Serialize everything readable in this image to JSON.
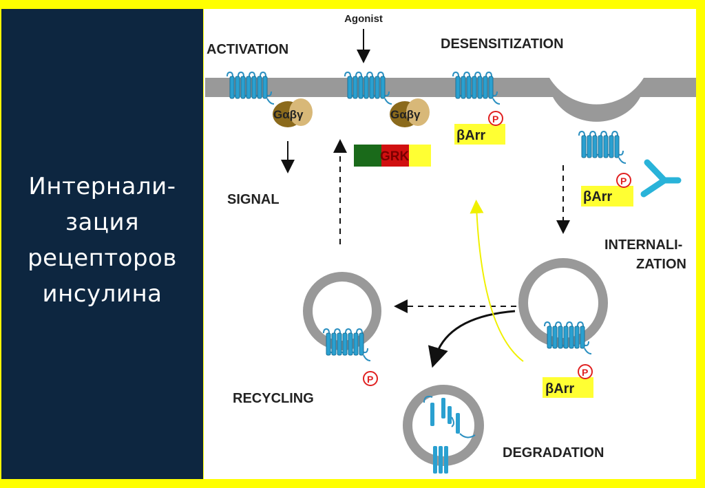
{
  "slide": {
    "title_lines": [
      "Интернали-",
      "зация",
      "рецепторов",
      "инсулина"
    ]
  },
  "diagram": {
    "labels": {
      "agonist": "Agonist",
      "activation": "ACTIVATION",
      "desensitization": "DESENSITIZATION",
      "signal": "SIGNAL",
      "internalization_1": "INTERNALI-",
      "internalization_2": "ZATION",
      "recycling": "RECYCLING",
      "degradation": "DEGRADATION"
    },
    "g_protein_label": "Gαβγ",
    "grk_label": "GRK",
    "barr_label": "βArr",
    "phospho_label": "P",
    "colors": {
      "panel": "#0d2640",
      "border": "#ffff00",
      "membrane": "#999999",
      "receptor": "#2aa0d0",
      "g_protein": "#8b6a1c",
      "barr": "#ffff33",
      "phospho": "#e02020",
      "antibody": "#29b3d9"
    }
  }
}
